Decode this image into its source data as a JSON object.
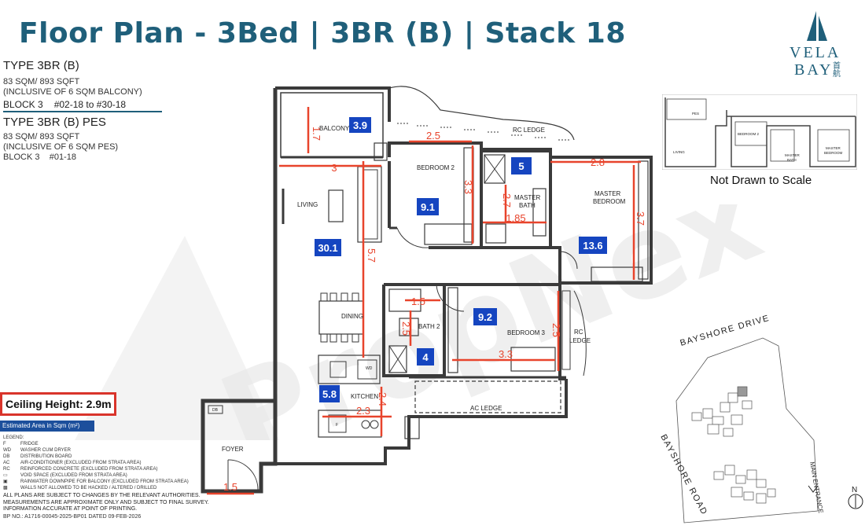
{
  "header": {
    "title": "Floor Plan - 3Bed | 3BR (B) | Stack 18"
  },
  "logo": {
    "line1": "VELA",
    "line2": "BAY",
    "cjk": "首航",
    "color": "#1f5f7a"
  },
  "unit_info": {
    "type_main": "TYPE 3BR (B)",
    "area_main": "83 SQM/ 893 SQFT",
    "balcony_note": "(INCLUSIVE OF 6 SQM BALCONY)",
    "block_label": "BLOCK 3",
    "block_units": "#02-18 to #30-18",
    "type_pes": "TYPE 3BR (B) PES",
    "area_pes": "83 SQM/ 893 SQFT",
    "pes_note": "(INCLUSIVE OF 6 SQM PES)",
    "pes_block_label": "BLOCK 3",
    "pes_units": "#01-18"
  },
  "ceiling_height": "Ceiling Height: 2.9m",
  "estimated_area_label": "Estimated Area in Sqm (m²)",
  "legend": {
    "title": "LEGEND:",
    "items": [
      {
        "key": "F",
        "desc": "FRIDGE"
      },
      {
        "key": "WD",
        "desc": "WASHER CUM DRYER"
      },
      {
        "key": "DB",
        "desc": "DISTRIBUTION BOARD"
      },
      {
        "key": "AC",
        "desc": "AIR-CONDITIONER (EXCLUDED FROM STRATA AREA)"
      },
      {
        "key": "RC",
        "desc": "REINFORCED CONCRETE (EXCLUDED FROM STRATA AREA)"
      },
      {
        "key": "",
        "desc": "VOID SPACE (EXCLUDED FROM STRATA AREA)"
      },
      {
        "key": "",
        "desc": "RAINWATER DOWNPIPE FOR BALCONY (EXCLUDED FROM STRATA AREA)"
      },
      {
        "key": "",
        "desc": "WALLS NOT ALLOWED TO BE HACKED / ALTERED / DRILLED"
      }
    ],
    "disclaimer1": "ALL PLANS ARE SUBJECT TO CHANGES BY THE RELEVANT AUTHORITIES.",
    "disclaimer2": "MEASUREMENTS ARE APPROXIMATE ONLY AND SUBJECT TO FINAL SURVEY.",
    "disclaimer3": "INFORMATION ACCURATE AT POINT OF PRINTING.",
    "bp_no": "BP NO.: A1716-00045-2025-BP01 DATED 09-FEB-2026"
  },
  "rooms": {
    "balcony": "BALCONY",
    "living": "LIVING",
    "bedroom2": "BEDROOM 2",
    "master_bath_1": "MASTER",
    "master_bath_2": "BATH",
    "master_bedroom_1": "MASTER",
    "master_bedroom_2": "BEDROOM",
    "dining": "DINING",
    "bath2": "BATH 2",
    "bedroom3": "BEDROOM 3",
    "kitchen": "KITCHEN",
    "foyer": "FOYER",
    "rc_ledge_top": "RC LEDGE",
    "rc_right_1": "RC",
    "rc_right_2": "LEDGE",
    "ac_ledge": "AC LEDGE",
    "wd": "WD",
    "db": "DB",
    "fridge": "F"
  },
  "area_badges": {
    "balcony": "3.9",
    "master_bath": "5",
    "bedroom2": "9.1",
    "living": "30.1",
    "master_bedroom": "13.6",
    "bedroom3": "9.2",
    "bath2": "4",
    "kitchen": "5.8",
    "badge_color": "#1545c0"
  },
  "dimensions": {
    "balcony_h": "1.7",
    "bed2_w": "2.5",
    "living_w": "3",
    "master_w": "2.8",
    "bed2_h": "3.3",
    "mbath_h": "2.7",
    "mbath_w": "1.85",
    "master_h": "3.7",
    "living_h": "5.7",
    "bath2_w": "1.5",
    "bath2_h": "2.5",
    "bed3_h": "2.5",
    "bed3_w": "3.3",
    "kitchen_h": "2.4",
    "kitchen_w": "2.3",
    "foyer_w": "1.5",
    "dim_color": "#e8442c"
  },
  "keyplan": {
    "not_to_scale": "Not Drawn to Scale",
    "labels": {
      "pes": "PES",
      "living": "LIVING",
      "bedroom2": "BEDROOM 2",
      "master_bath_1": "MASTER",
      "master_bath_2": "BATH",
      "master_bedroom_1": "MASTER",
      "master_bedroom_2": "BEDROOM"
    }
  },
  "site_plan": {
    "bayshore_drive": "BAYSHORE DRIVE",
    "bayshore_road": "BAYSHORE ROAD",
    "main_entrance": "MAIN ENTRANCE",
    "north": "N"
  }
}
